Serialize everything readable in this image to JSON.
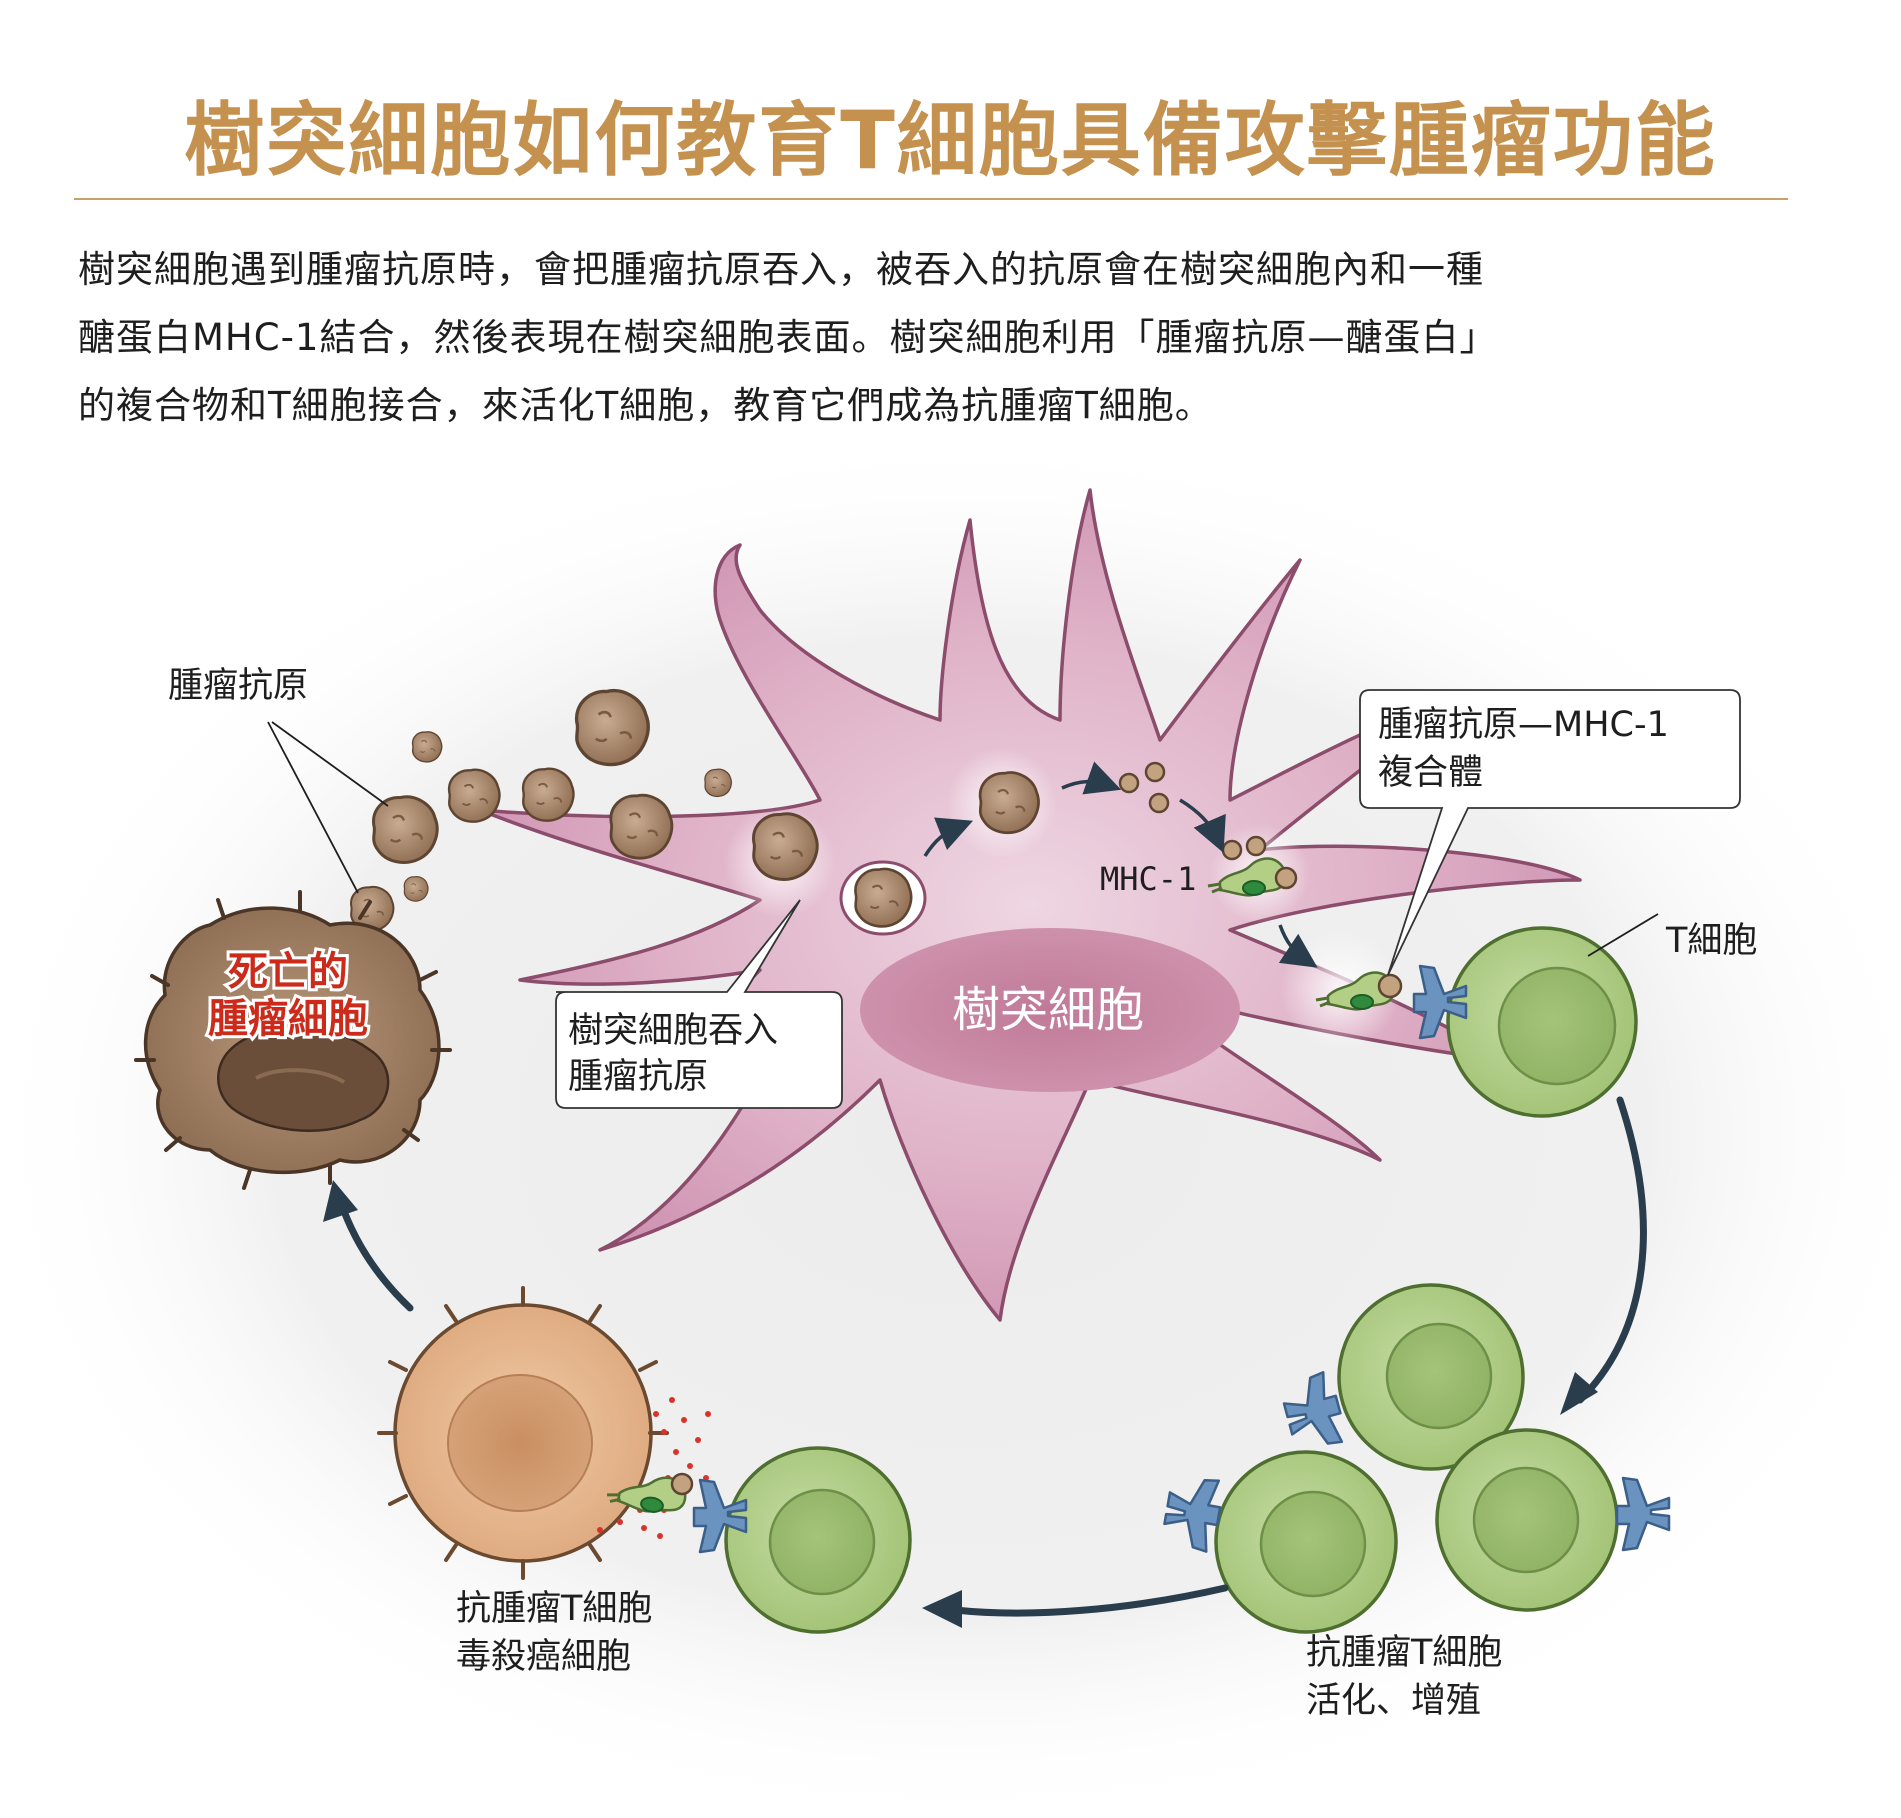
{
  "title": "樹突細胞如何教育T細胞具備攻擊腫瘤功能",
  "intro": [
    "樹突細胞遇到腫瘤抗原時，會把腫瘤抗原吞入，被吞入的抗原會在樹突細胞內和一種",
    "醣蛋白MHC-1結合，然後表現在樹突細胞表面。樹突細胞利用「腫瘤抗原—醣蛋白」",
    "的複合物和T細胞接合，來活化T細胞，教育它們成為抗腫瘤T細胞。"
  ],
  "labels": {
    "tumor_antigen": "腫瘤抗原",
    "dead_tumor_line1": "死亡的",
    "dead_tumor_line2": "腫瘤細胞",
    "dc_engulf_line1": "樹突細胞吞入",
    "dc_engulf_line2": "腫瘤抗原",
    "dendritic_cell": "樹突細胞",
    "mhc1": "MHC-1",
    "complex_line1": "腫瘤抗原—MHC-1",
    "complex_line2": "複合體",
    "t_cell": "T細胞",
    "activated_line1": "抗腫瘤T細胞",
    "activated_line2": "活化、增殖",
    "killer_line1": "抗腫瘤T細胞",
    "killer_line2": "毒殺癌細胞"
  },
  "colors": {
    "title": "#c4914f",
    "dendritic_cell": "#d49ab6",
    "t_cell": "#a9c97d",
    "antigen": "#a8866a",
    "cancer_cell": "#e3b48b",
    "dead_cell": "#9c7a5e",
    "receptor": "#6b93bf",
    "arrow": "#2a3d4c",
    "dead_label": "#cc2a1a"
  }
}
